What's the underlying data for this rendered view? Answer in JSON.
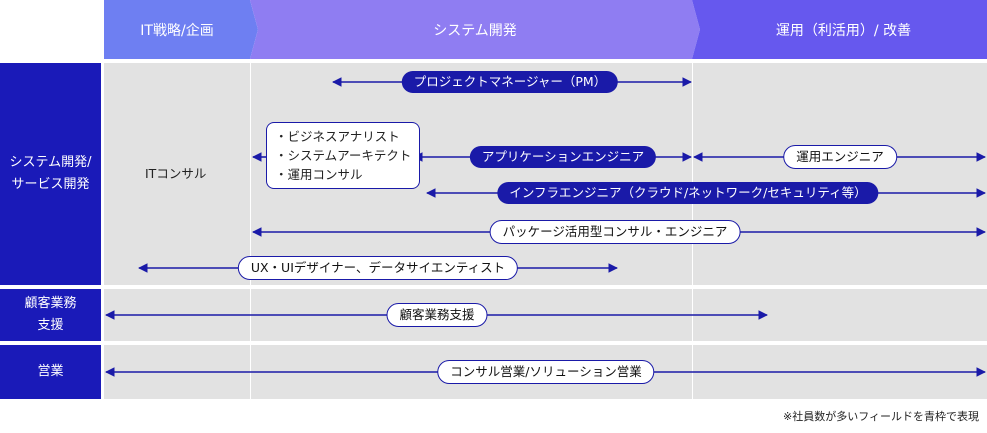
{
  "colors": {
    "primary": "#1a1aa8",
    "header_left": "#6e7ff2",
    "header_mid": "#8f7df2",
    "header_right": "#6658ee",
    "band": "#e2e2e2"
  },
  "header": {
    "phase1": "IT戦略/企画",
    "phase2": "システム開発",
    "phase3": "運用（利活用）/ 改善"
  },
  "rows": {
    "dev": "システム開発/\nサービス開発",
    "support": "顧客業務\n支援",
    "sales": "営業"
  },
  "roles": {
    "pm": "プロジェクトマネージャー（PM）",
    "it_consul": "ITコンサル",
    "box_items": [
      "・ビジネスアナリスト",
      "・システムアーキテクト",
      "・運用コンサル"
    ],
    "app_eng": "アプリケーションエンジニア",
    "ops_eng": "運用エンジニア",
    "infra_eng": "インフラエンジニア（クラウド/ネットワーク/セキュリティ等）",
    "package": "パッケージ活用型コンサル・エンジニア",
    "ux": "UX・UIデザイナー、データサイエンティスト",
    "support": "顧客業務支援",
    "sales": "コンサル営業/ソリューション営業"
  },
  "note": "※社員数が多いフィールドを青枠で表現"
}
